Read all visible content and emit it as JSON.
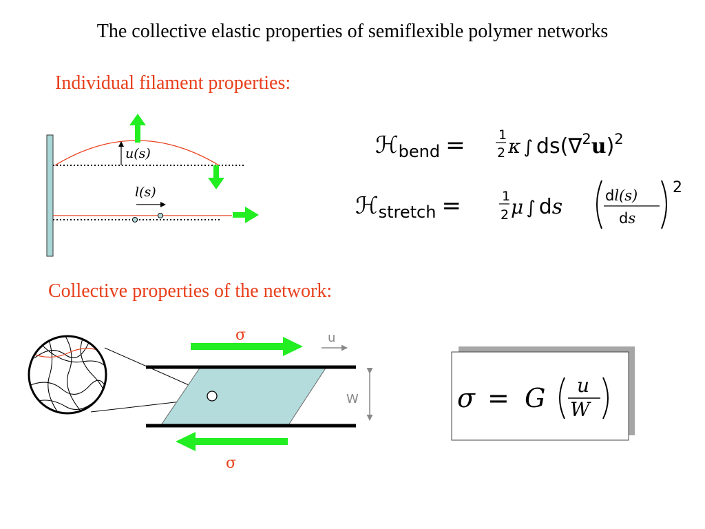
{
  "title": "The collective elastic properties of semiflexible polymer networks",
  "sections": {
    "individual": "Individual filament properties:",
    "collective": "Collective properties of the network:"
  },
  "filament_diagram": {
    "u_label": "u(s)",
    "l_label": "l(s)"
  },
  "equations": {
    "bend": {
      "H": "ℋ",
      "sub": "bend",
      "eq": "=",
      "half_num": "1",
      "half_den": "2",
      "coef": "κ",
      "integral": "∫",
      "ds": "ds(",
      "nabla": "∇",
      "nabla_exp": "2",
      "u": "u",
      "close": ")",
      "exp": "2"
    },
    "stretch": {
      "H": "ℋ",
      "sub": "stretch",
      "eq": "=",
      "half_num": "1",
      "half_den": "2",
      "coef": "μ",
      "integral": "∫",
      "d": "d",
      "s": "s",
      "frac_num_d": "d",
      "frac_num_l": "l(s)",
      "frac_den_d": "d",
      "frac_den_s": "s",
      "exp": "2"
    },
    "modulus": {
      "sigma": "σ",
      "eq": "=",
      "G": "G",
      "num": "u",
      "den": "W"
    }
  },
  "shear_diagram": {
    "sigma_top": "σ",
    "sigma_bottom": "σ",
    "u_label": "u",
    "w_label": "W"
  },
  "colors": {
    "accent_red": "#e8401c",
    "arrow_green": "#22ee22",
    "gel_fill": "#b4dcdc",
    "wall_fill": "#a9d6d6",
    "gray": "#888888"
  }
}
